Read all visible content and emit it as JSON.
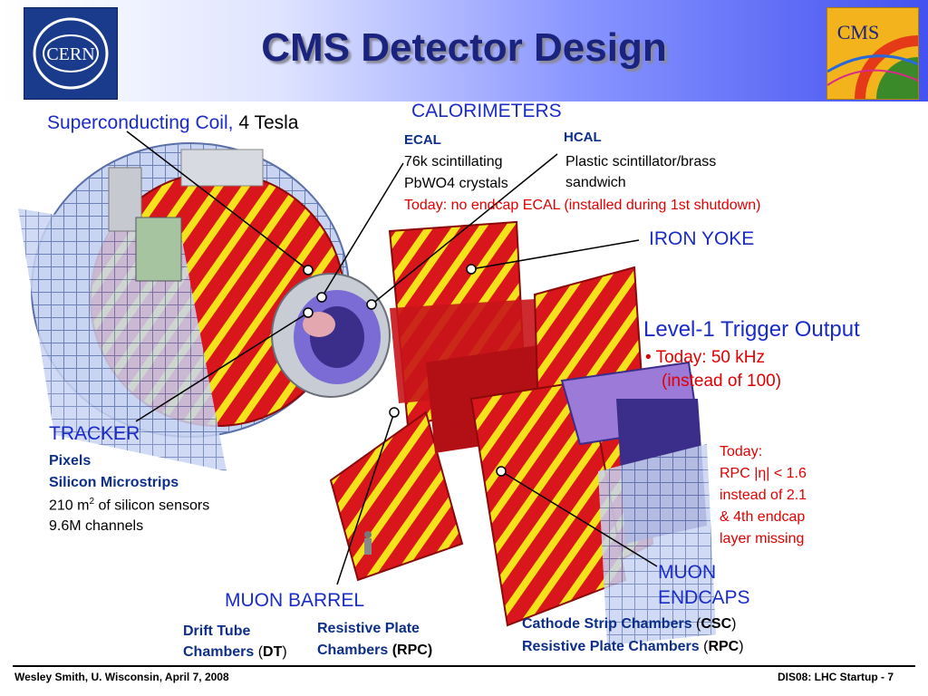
{
  "slide": {
    "title": "CMS Detector Design",
    "cern_logo_text": "CERN",
    "cms_logo_text": "CMS"
  },
  "labels": {
    "coil_name": "Superconducting Coil,",
    "coil_field": "4 Tesla",
    "calorimeters": "CALORIMETERS",
    "ecal": "ECAL",
    "ecal_line1": "76k scintillating",
    "ecal_line2": "PbWO4 crystals",
    "hcal": "HCAL",
    "hcal_line1": "Plastic scintillator/brass",
    "hcal_line2": "sandwich",
    "today_ecal": "Today: no endcap ECAL (installed during 1st shutdown)",
    "iron_yoke": "IRON YOKE",
    "trigger_title": "Level-1 Trigger Output",
    "trigger_bullet_line1": "Today: 50 kHz",
    "trigger_bullet_line2": "(instead of 100)",
    "tracker": "TRACKER",
    "pixels": "Pixels",
    "silicon_microstrips": "Silicon Microstrips",
    "silicon_area_prefix": "210 m",
    "silicon_area_sup": "2",
    "silicon_area_suffix": " of silicon sensors",
    "channels": "9.6M channels",
    "rpc_today_1": "Today:",
    "rpc_today_2": "RPC |η| < 1.6",
    "rpc_today_3": "instead of 2.1",
    "rpc_today_4": "& 4th endcap",
    "rpc_today_5": "layer missing",
    "muon_endcaps_1": "MUON",
    "muon_endcaps_2": "ENDCAPS",
    "muon_barrel": "MUON BARREL",
    "dt_line1": "Drift Tube",
    "dt_line2": "Chambers",
    "dt_abbr": "DT",
    "rpc_line1": "Resistive Plate",
    "rpc_line2": "Chambers",
    "rpc_abbr": "(RPC)",
    "csc_line": "Cathode Strip Chambers",
    "csc_abbr": "CSC",
    "rpc_endcap_line": "Resistive Plate Chambers",
    "rpc_endcap_abbr": "RPC"
  },
  "footer": {
    "left": "Wesley Smith, U. Wisconsin, April 7, 2008",
    "right": "DIS08: LHC Startup -  7"
  },
  "colors": {
    "title": "#1a237e",
    "label_blue": "#1a2cc8",
    "label_navy": "#0d2f8a",
    "today_red": "#e00000",
    "detector_red": "#d8161b",
    "detector_yellow": "#f4e21a"
  }
}
